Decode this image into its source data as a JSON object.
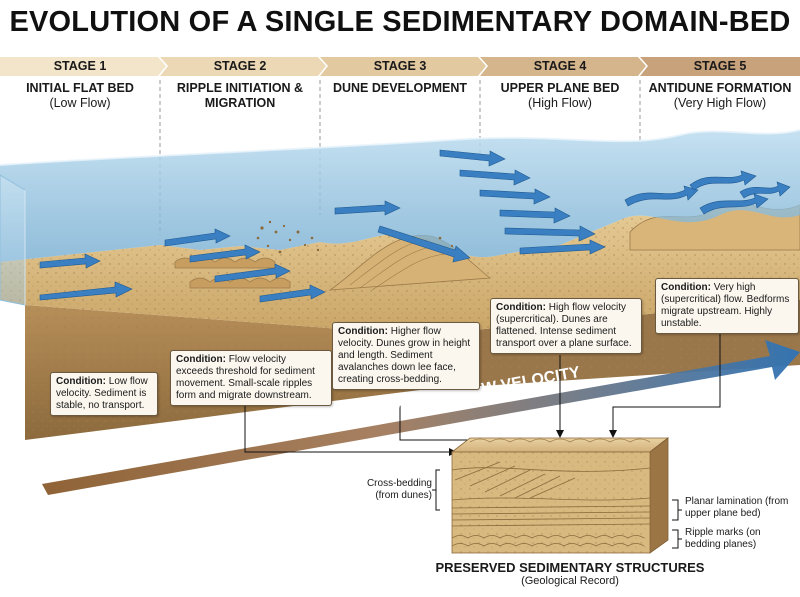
{
  "title": "EVOLUTION OF A SINGLE SEDIMENTARY DOMAIN-BED",
  "stages": [
    {
      "label": "STAGE 1",
      "name": "INITIAL FLAT BED",
      "sub": "(Low Flow)",
      "condition_head": "Condition:",
      "condition": "Low flow velocity. Sediment is stable, no transport."
    },
    {
      "label": "STAGE 2",
      "name": "RIPPLE INITIATION & MIGRATION",
      "sub": "",
      "condition_head": "Condition:",
      "condition": "Flow velocity exceeds threshold for sediment movement. Small-scale ripples form and migrate downstream."
    },
    {
      "label": "STAGE 3",
      "name": "DUNE DEVELOPMENT",
      "sub": "",
      "condition_head": "Condition:",
      "condition": "Higher flow velocity. Dunes grow in height and length. Sediment avalanches down lee face, creating cross-bedding."
    },
    {
      "label": "STAGE 4",
      "name": "UPPER PLANE BED",
      "sub": "(High Flow)",
      "condition_head": "Condition:",
      "condition": "High flow velocity (supercritical). Dunes are flattened. Intense sediment transport over a plane surface."
    },
    {
      "label": "STAGE 5",
      "name": "ANTIDUNE FORMATION",
      "sub": "(Very High Flow)",
      "condition_head": "Condition:",
      "condition": "Very high (supercritical) flow. Bedforms migrate upstream. Highly unstable."
    }
  ],
  "velocity_arrow_label": "TIME & INCREASING FLOW VELOCITY",
  "preserved": {
    "title": "PRESERVED SEDIMENTARY STRUCTURES",
    "subtitle": "(Geological Record)",
    "labels": {
      "cross_bedding": "Cross-bedding (from dunes)",
      "planar_lamination": "Planar lamination (from upper plane bed)",
      "ripple_marks": "Ripple marks (on bedding planes)"
    }
  },
  "colors": {
    "banner_light": "#f2e3c6",
    "banner_dark": "#c4a27a",
    "water": "#7fb6d8",
    "sand": "#d8b77c",
    "sediment_side": "#a7814e",
    "flow_arrow": "#2f73b6"
  }
}
